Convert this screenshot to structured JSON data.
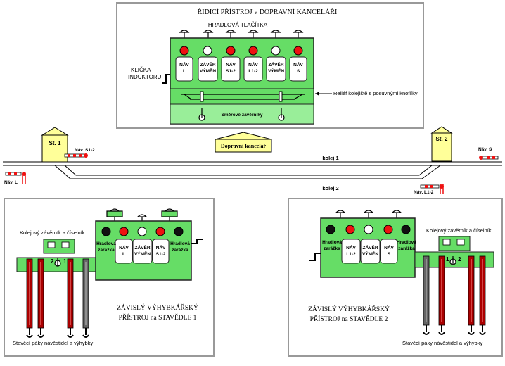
{
  "colors": {
    "panel_green": "#66dd66",
    "panel_green_light": "#99ee99",
    "building_yellow": "#ffff99",
    "lamp_red": "#ee1111",
    "lamp_white": "#ffffff",
    "lamp_black": "#111111",
    "lever_red": "#aa0000",
    "lever_gray": "#666666",
    "frame_gray": "#999999"
  },
  "top_panel": {
    "title": "ŘIDICÍ PŘÍSTROJ  v  DOPRAVNÍ KANCELÁŘI",
    "buttons_caption": "HRADLOVÁ TLAČÍTKA",
    "crank_label_1": "KLIČKA",
    "crank_label_2": "INDUKTORU",
    "relief_label": "Reliéf kolejiště s posuvnými knoflíky",
    "direction_locks_label": "Směrové závěrníky",
    "blocks": [
      {
        "line1": "NÁV",
        "line2": "L",
        "lamp": "red"
      },
      {
        "line1": "ZÁVĚR",
        "line2": "VÝMĚN",
        "lamp": "white"
      },
      {
        "line1": "NÁV",
        "line2": "S1-2",
        "lamp": "red"
      },
      {
        "line1": "NÁV",
        "line2": "L1-2",
        "lamp": "red"
      },
      {
        "line1": "ZÁVĚR",
        "line2": "VÝMĚN",
        "lamp": "white"
      },
      {
        "line1": "NÁV",
        "line2": "S",
        "lamp": "red"
      }
    ]
  },
  "track": {
    "station_1": "St. 1",
    "station_2": "St. 2",
    "office": "Dopravní kancelář",
    "track_1": "kolej 1",
    "track_2": "kolej 2",
    "signal_s12": "Náv. S1-2",
    "signal_l": "Náv. L",
    "signal_s": "Náv. S",
    "signal_l12": "Náv. L1-2"
  },
  "stavedlo_1": {
    "lock_label": "Kolejový závěrník a číselník",
    "block_brake_1": "Hradlová",
    "block_brake_2": "zarážka",
    "num_left": "2",
    "num_right": "1",
    "title_line1": "ZÁVISLÝ  VÝHYBKÁŘSKÝ",
    "title_line2": "PŘÍSTROJ  na  STAVĚDLE 1",
    "levers_label": "Stavěcí páky návěstidel a výhybky",
    "blocks": [
      {
        "line1": "NÁV",
        "line2": "L"
      },
      {
        "line1": "ZÁVĚR",
        "line2": "VÝMĚN"
      },
      {
        "line1": "NÁV",
        "line2": "S1-2"
      }
    ]
  },
  "stavedlo_2": {
    "lock_label": "Kolejový závěrník a číselník",
    "block_brake_1": "Hradlová",
    "block_brake_2": "zarážka",
    "num_left": "1",
    "num_right": "2",
    "title_line1": "ZÁVISLÝ  VÝHYBKÁŘSKÝ",
    "title_line2": "PŘÍSTROJ  na  STAVĚDLE  2",
    "levers_label": "Stavěcí páky návěstidel a výhybky",
    "blocks": [
      {
        "line1": "NÁV",
        "line2": "L1-2"
      },
      {
        "line1": "ZÁVĚR",
        "line2": "VÝMĚN"
      },
      {
        "line1": "NÁV",
        "line2": "S"
      }
    ]
  }
}
